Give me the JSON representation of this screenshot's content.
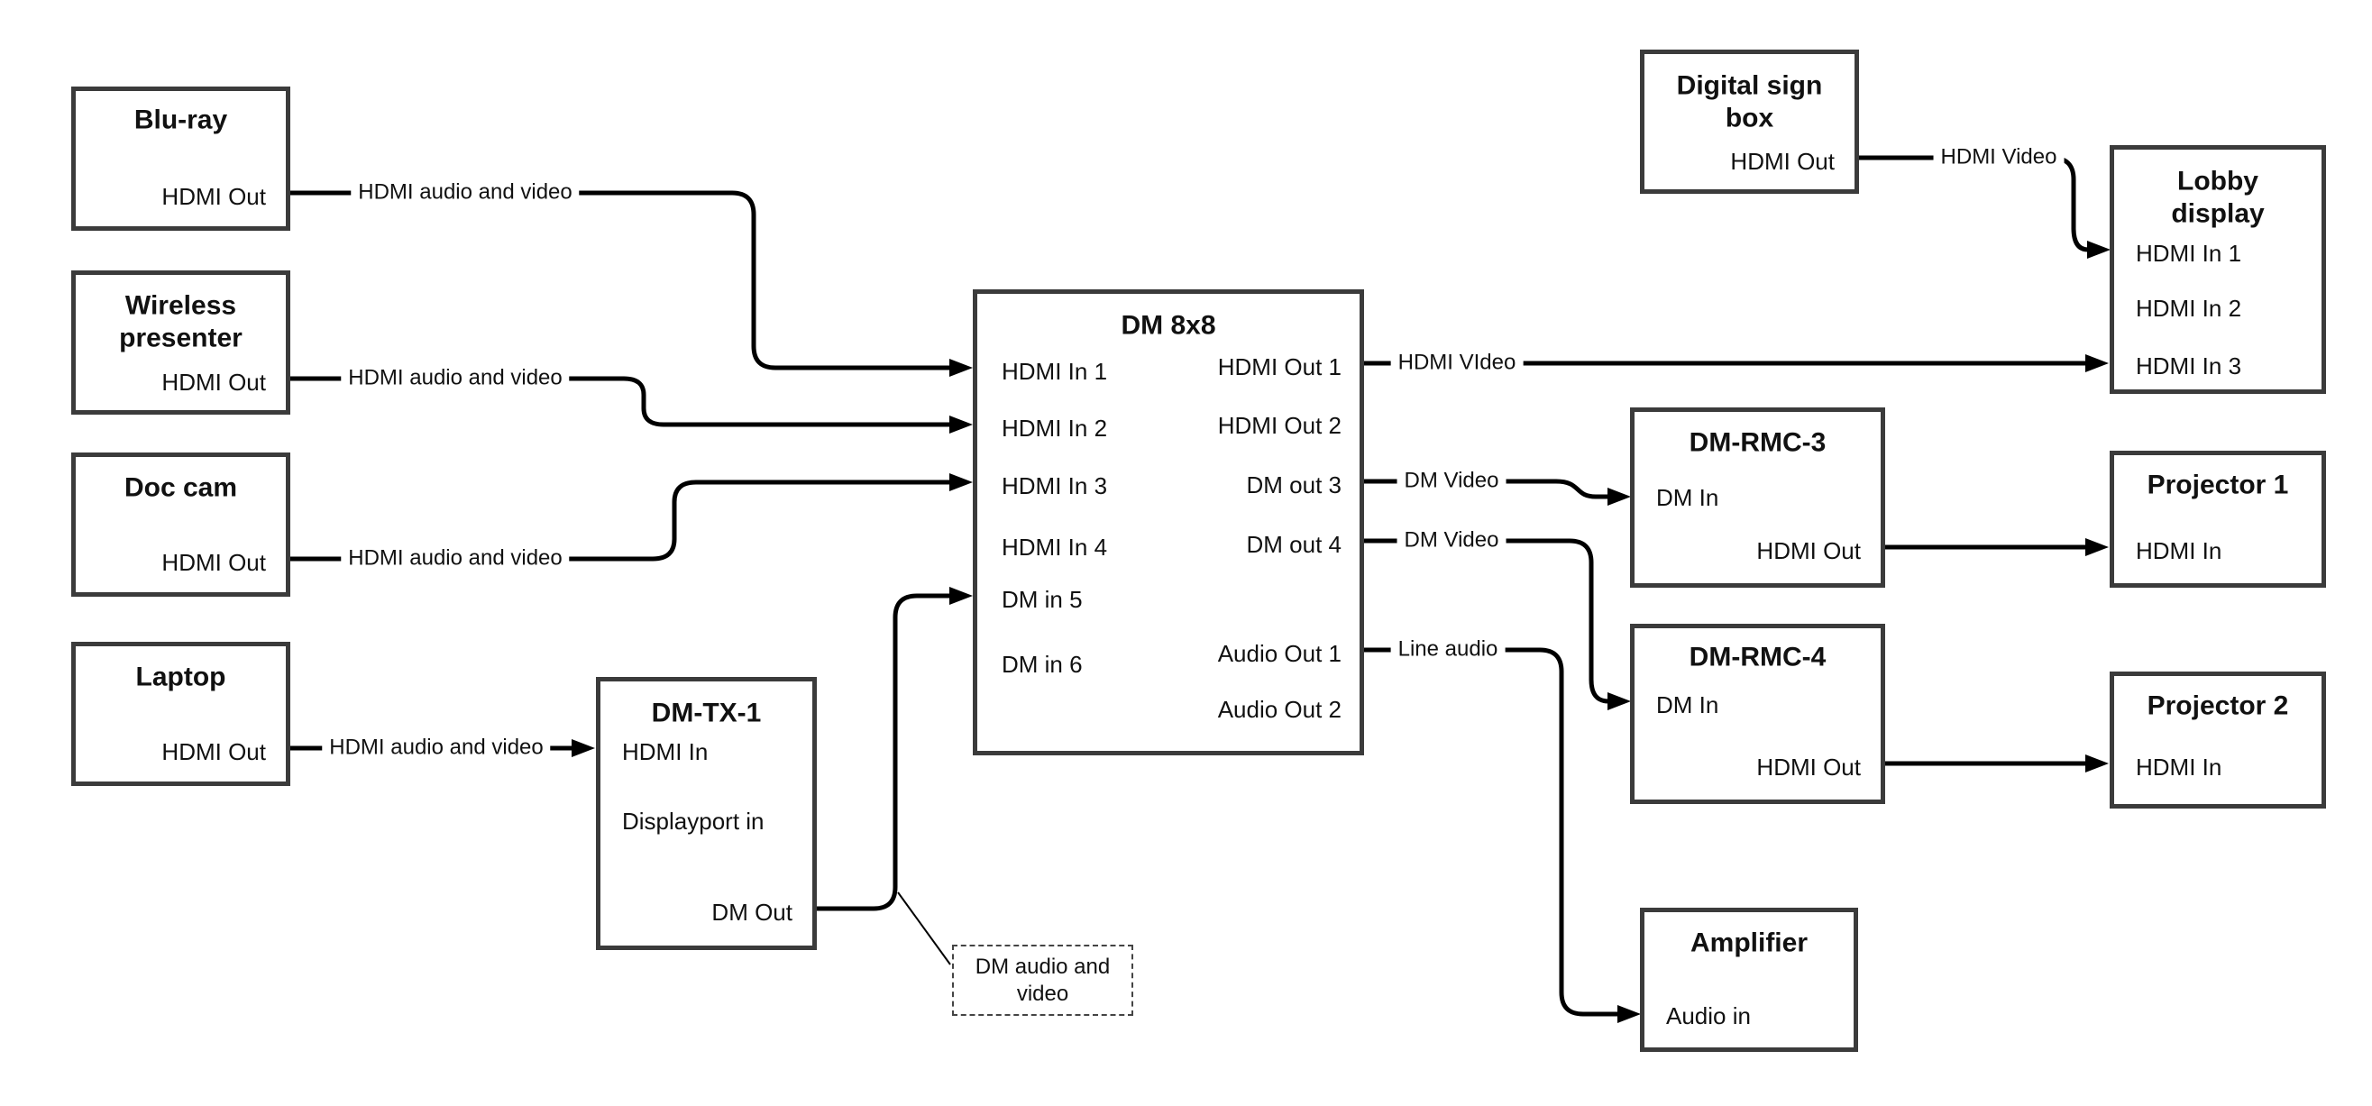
{
  "diagram": {
    "nodes": {
      "bluray": {
        "title": "Blu-ray",
        "ports": [
          "HDMI Out"
        ]
      },
      "wireless": {
        "title_line1": "Wireless",
        "title_line2": "presenter",
        "ports": [
          "HDMI Out"
        ]
      },
      "doccam": {
        "title": "Doc cam",
        "ports": [
          "HDMI Out"
        ]
      },
      "laptop": {
        "title": "Laptop",
        "ports": [
          "HDMI Out"
        ]
      },
      "dmtx1": {
        "title": "DM-TX-1",
        "ports": [
          "HDMI In",
          "Displayport in",
          "DM Out"
        ]
      },
      "dm8x8": {
        "title": "DM 8x8",
        "ports_left": [
          "HDMI In 1",
          "HDMI In 2",
          "HDMI In 3",
          "HDMI In 4",
          "DM in 5",
          "DM in 6"
        ],
        "ports_right": [
          "HDMI Out 1",
          "HDMI Out 2",
          "DM out 3",
          "DM out 4",
          "Audio Out 1",
          "Audio Out 2"
        ]
      },
      "digitalsign": {
        "title_line1": "Digital sign",
        "title_line2": "box",
        "ports": [
          "HDMI Out"
        ]
      },
      "lobby": {
        "title_line1": "Lobby",
        "title_line2": "display",
        "ports": [
          "HDMI In 1",
          "HDMI In 2",
          "HDMI In 3"
        ]
      },
      "dmrmc3": {
        "title": "DM-RMC-3",
        "ports": [
          "DM In",
          "HDMI Out"
        ]
      },
      "projector1": {
        "title": "Projector 1",
        "ports": [
          "HDMI In"
        ]
      },
      "dmrmc4": {
        "title": "DM-RMC-4",
        "ports": [
          "DM In",
          "HDMI Out"
        ]
      },
      "projector2": {
        "title": "Projector 2",
        "ports": [
          "HDMI In"
        ]
      },
      "amplifier": {
        "title": "Amplifier",
        "ports": [
          "Audio in"
        ]
      }
    },
    "wire_labels": {
      "bluray_to_dm8x8": "HDMI audio and video",
      "wireless_to_dm8x8": "HDMI audio and video",
      "doccam_to_dm8x8": "HDMI audio and video",
      "laptop_to_dmtx1": "HDMI audio and video",
      "hdmiout1_to_lobby": "HDMI VIdeo",
      "dmout3_to_dmrmc3": "DM Video",
      "dmout4_to_dmrmc4": "DM Video",
      "audioout1_to_amplifier": "Line audio",
      "digitalsign_to_lobby": "HDMI Video"
    },
    "note": {
      "line1": "DM audio and",
      "line2": "video"
    },
    "colors": {
      "wire": "#000000",
      "box_border": "#3b3b3b",
      "text": "#111111"
    }
  }
}
